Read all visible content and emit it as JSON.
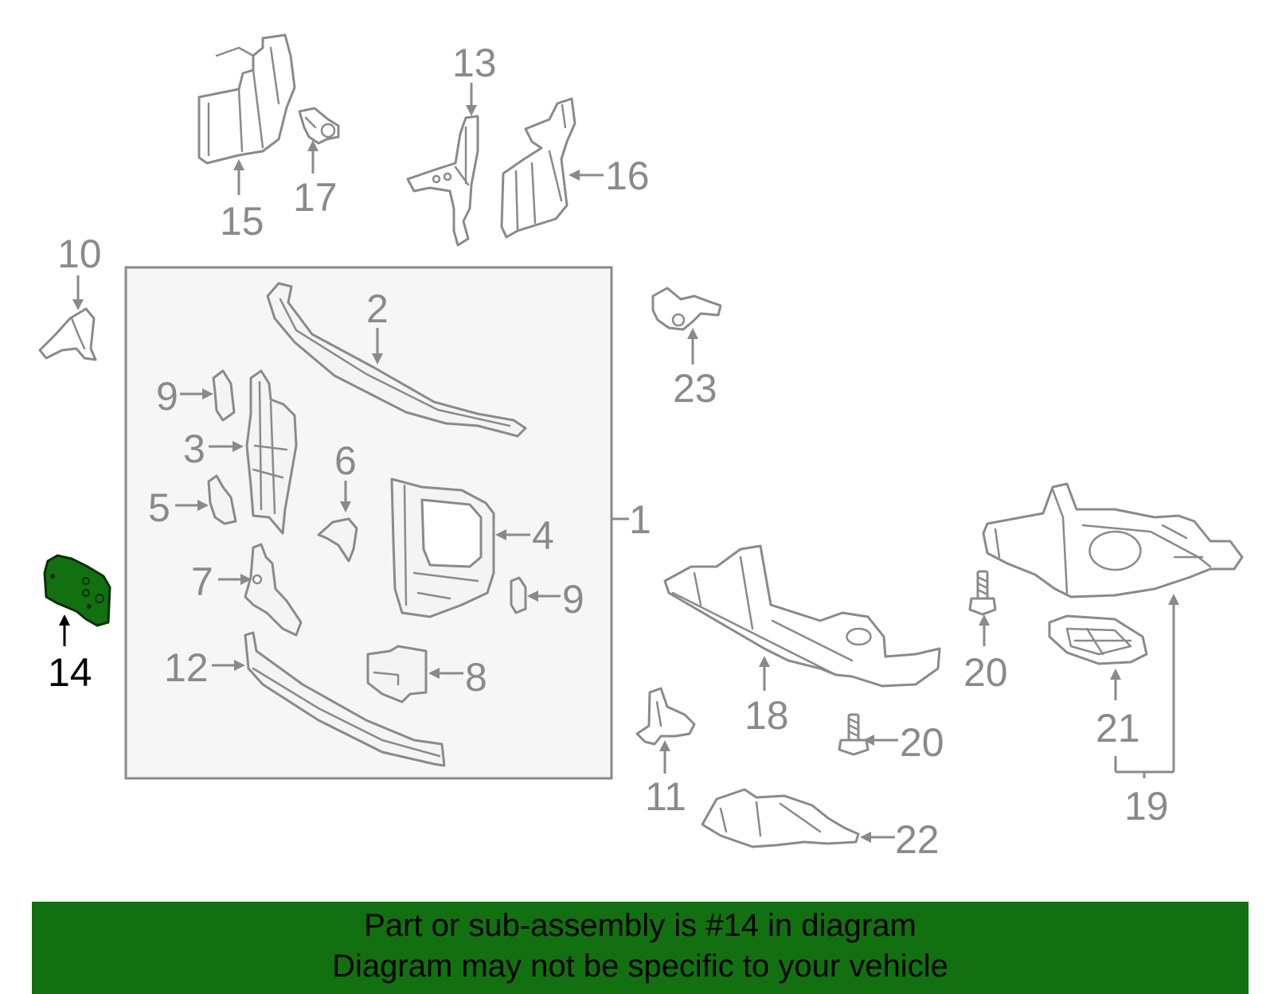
{
  "diagram": {
    "highlighted_part": "14",
    "colors": {
      "line": "#8a8a8a",
      "highlight_fill": "#137010",
      "highlight_label": "#000000",
      "box_fill": "#f4f4f4"
    },
    "labels": {
      "p1": "1",
      "p2": "2",
      "p3": "3",
      "p4": "4",
      "p5": "5",
      "p6": "6",
      "p7": "7",
      "p8": "8",
      "p9a": "9",
      "p9b": "9",
      "p10": "10",
      "p11": "11",
      "p12": "12",
      "p13": "13",
      "p14": "14",
      "p15": "15",
      "p16": "16",
      "p17": "17",
      "p18": "18",
      "p19": "19",
      "p20a": "20",
      "p20b": "20",
      "p21": "21",
      "p22": "22",
      "p23": "23"
    }
  },
  "banner": {
    "line1": "Part or sub-assembly is #14 in diagram",
    "line2": "Diagram may not be specific to your vehicle"
  }
}
